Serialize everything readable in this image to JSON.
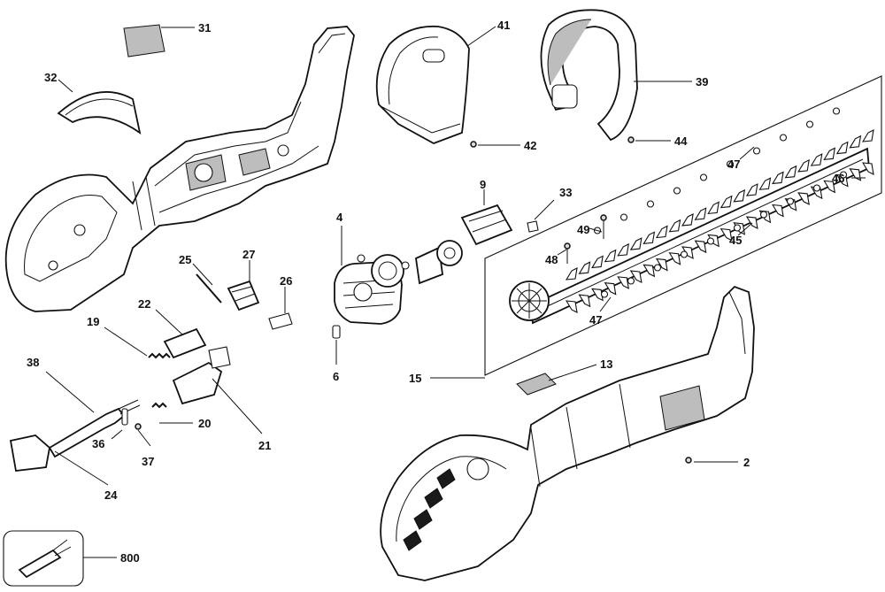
{
  "diagram": {
    "labels": {
      "p31": "31",
      "p32": "32",
      "p41": "41",
      "p42": "42",
      "p39": "39",
      "p44": "44",
      "p47a": "47",
      "p46": "46",
      "p9": "9",
      "p33": "33",
      "p4": "4",
      "p49": "49",
      "p48": "48",
      "p45": "45",
      "p25": "25",
      "p27": "27",
      "p26": "26",
      "p22": "22",
      "p19": "19",
      "p6": "6",
      "p47b": "47",
      "p38": "38",
      "p15": "15",
      "p13": "13",
      "p20": "20",
      "p21": "21",
      "p36": "36",
      "p37": "37",
      "p2": "2",
      "p24": "24",
      "p800": "800"
    }
  }
}
